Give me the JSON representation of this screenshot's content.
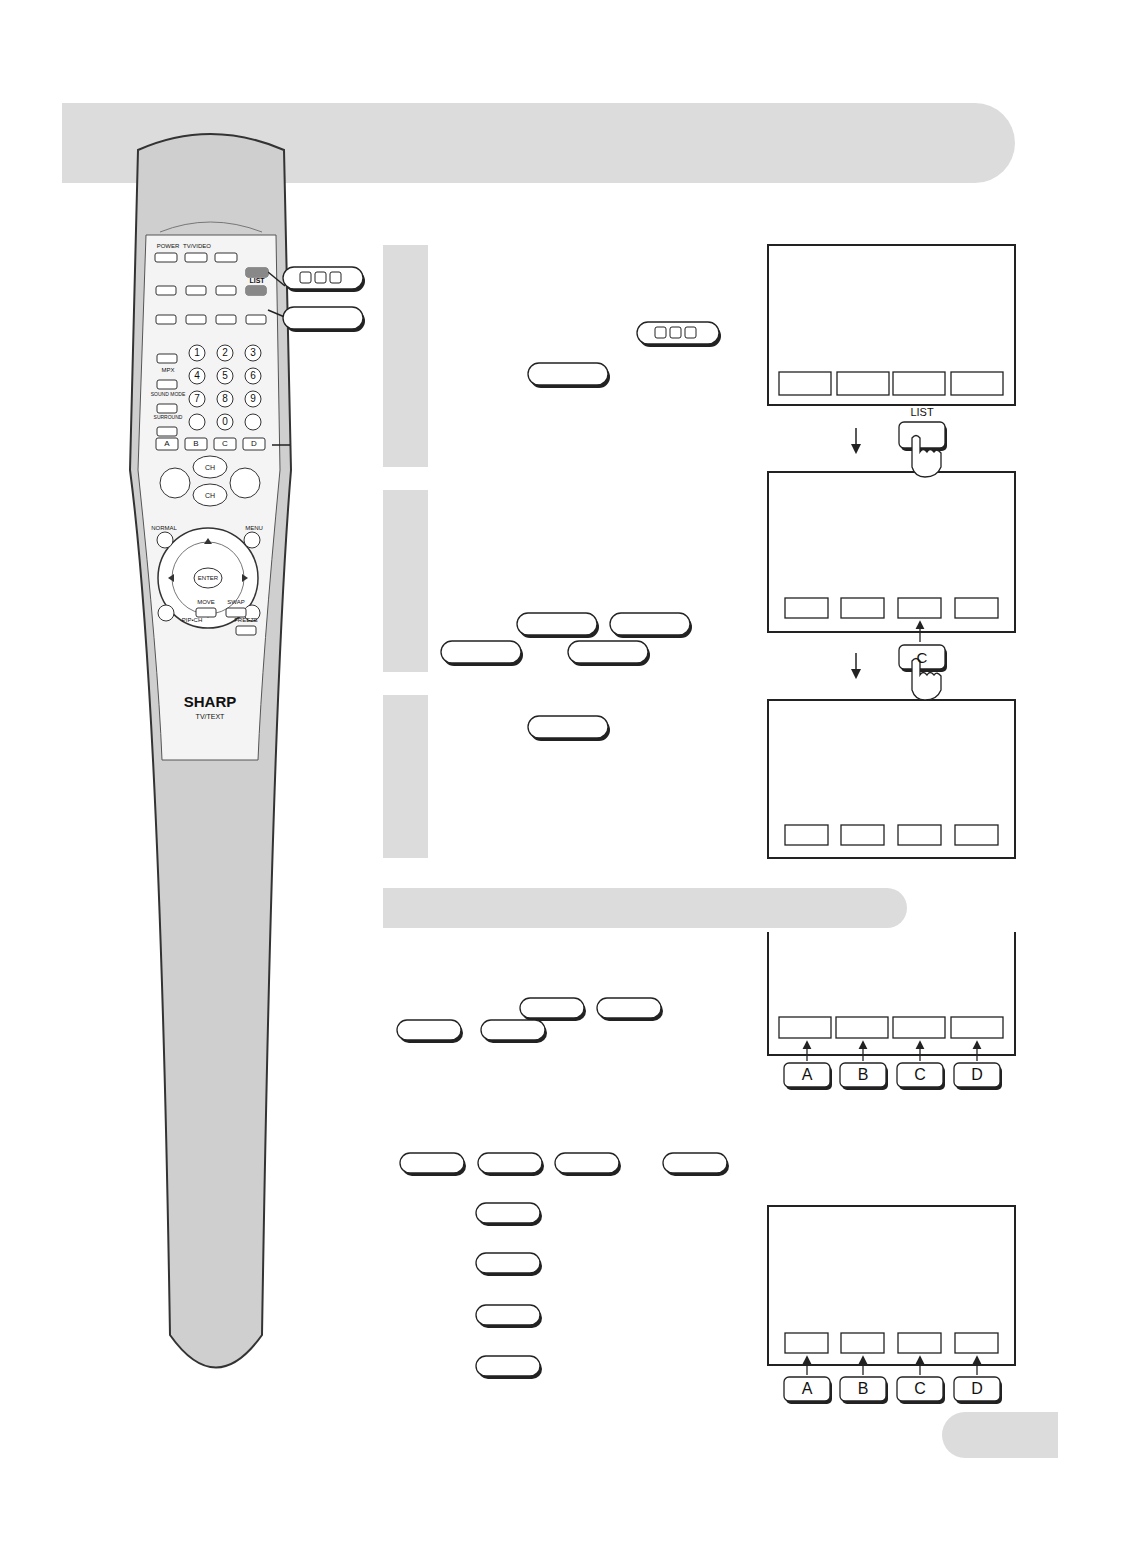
{
  "diagram": {
    "labels": [
      "POWER",
      "TV/VIDEO",
      "LIST",
      "MPX",
      "SOUND MODE",
      "SURROUND",
      "1",
      "2",
      "3",
      "4",
      "5",
      "6",
      "7",
      "8",
      "9",
      "0",
      "A",
      "B",
      "C",
      "D",
      "CH",
      "CH",
      "NORMAL",
      "MENU",
      "ENTER",
      "MOVE",
      "SWAP",
      "PIP•CH",
      "FREEZE",
      "SHARP",
      "TV/TEXT",
      "LIST",
      "C",
      "A",
      "B",
      "C",
      "D",
      "A",
      "B",
      "C",
      "D"
    ]
  }
}
